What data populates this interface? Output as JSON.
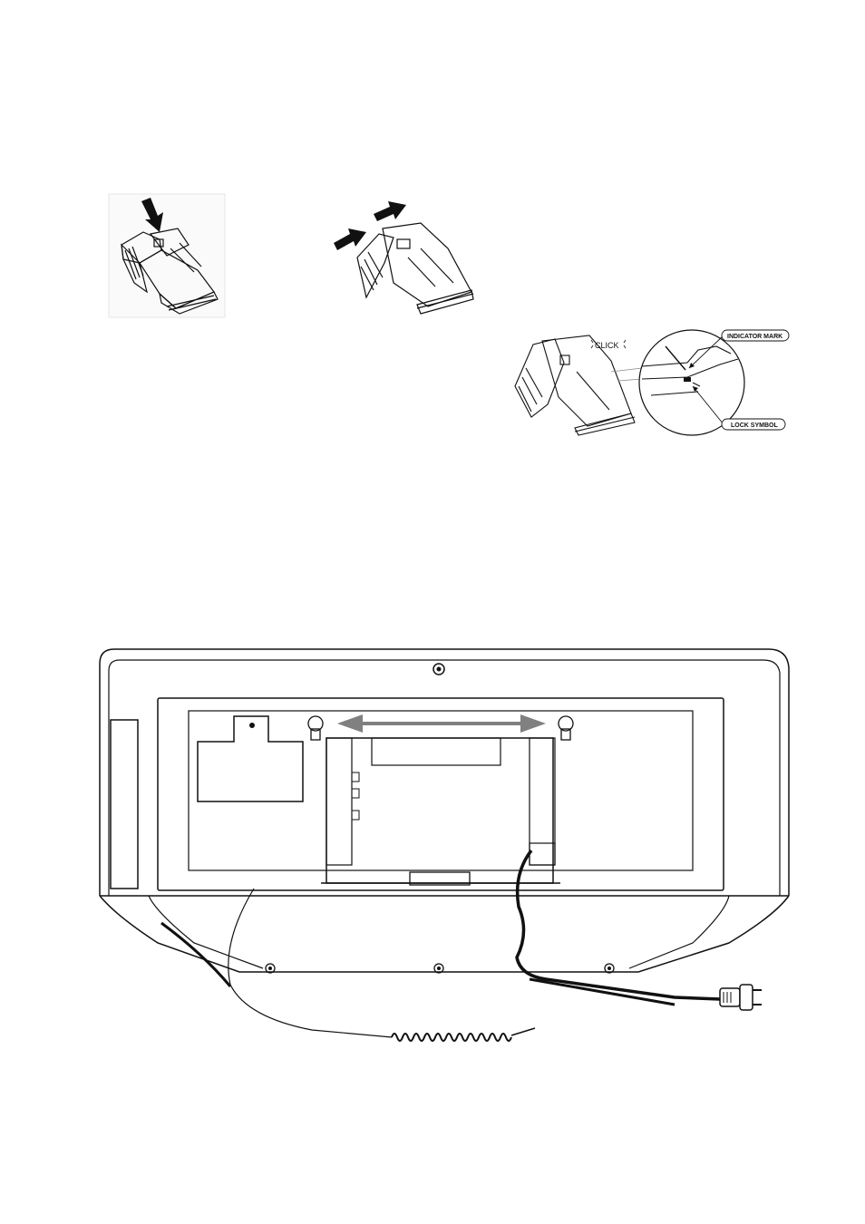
{
  "step3": {
    "click_text": "CLICK",
    "indicator_label": "INDICATOR MARK",
    "lock_label": "LOCK SYMBOL"
  },
  "icons": {
    "push_down": "arrow-down-right-icon",
    "slide_right": "arrow-right-icon",
    "adjust": "double-arrow-icon",
    "plug": "power-plug-icon"
  },
  "colors": {
    "line": "#000000",
    "adjust_arrow": "#808080",
    "background": "#ffffff"
  }
}
